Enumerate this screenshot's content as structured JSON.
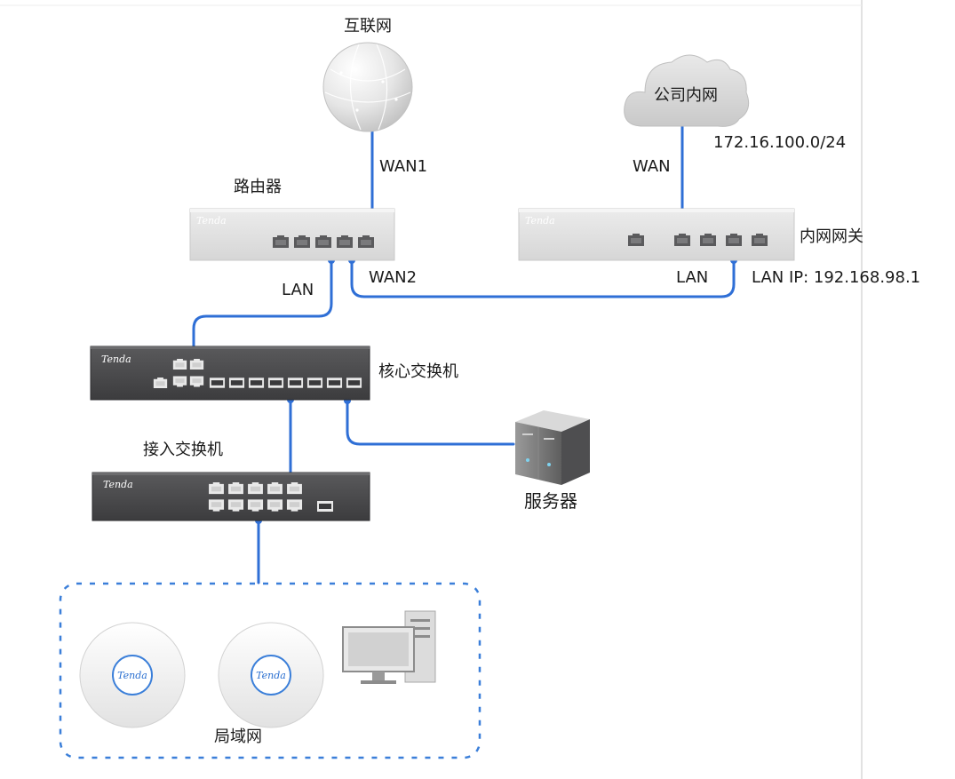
{
  "brand": "Tenda",
  "colors": {
    "link": "#2f6fd6",
    "device_light": "#e4e4e4",
    "device_dark": "#4a4a4c",
    "port_dark": "#3e3e40",
    "lan_border": "#3b7fd9"
  },
  "nodes": {
    "internet": {
      "label": "互联网",
      "icon": "globe-icon"
    },
    "intranet": {
      "label": "公司内网",
      "icon": "cloud-icon"
    },
    "router": {
      "label": "路由器",
      "icon": "router-icon"
    },
    "gateway": {
      "label": "内网网关",
      "icon": "gateway-icon"
    },
    "core_switch": {
      "label": "核心交换机",
      "icon": "switch-icon"
    },
    "access_switch": {
      "label": "接入交换机",
      "icon": "switch-icon"
    },
    "server": {
      "label": "服务器",
      "icon": "server-icon"
    },
    "lan_group": {
      "label": "局域网",
      "devices": [
        "access-point-icon",
        "access-point-icon",
        "desktop-pc-icon"
      ]
    }
  },
  "links": {
    "wan1": "WAN1",
    "wan": "WAN",
    "subnet": "172.16.100.0/24",
    "lan_router_switch": "LAN",
    "wan2": "WAN2",
    "lan_gateway": "LAN",
    "gateway_lan_ip": "LAN IP: 192.168.98.1"
  }
}
